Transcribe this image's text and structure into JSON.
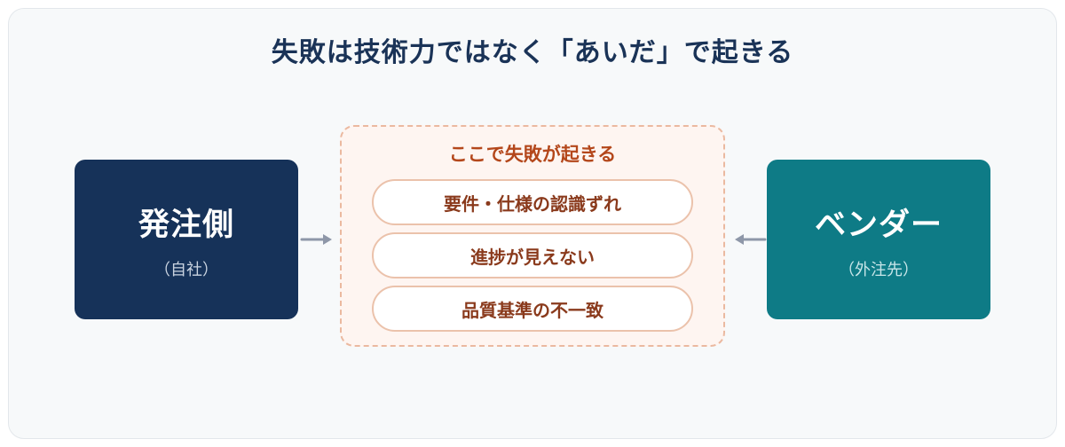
{
  "title": "失敗は技術力ではなく「あいだ」で起きる",
  "client": {
    "name": "発注側",
    "sub": "（自社）"
  },
  "vendor": {
    "name": "ベンダー",
    "sub": "（外注先）"
  },
  "gap": {
    "label": "ここで失敗が起きる",
    "items": [
      "要件・仕様の認識ずれ",
      "進捗が見えない",
      "品質基準の不一致"
    ]
  },
  "colors": {
    "client": "#163259",
    "vendor": "#0e7b86",
    "gap_accent": "#b4471b",
    "arrow": "#8e97a8"
  }
}
